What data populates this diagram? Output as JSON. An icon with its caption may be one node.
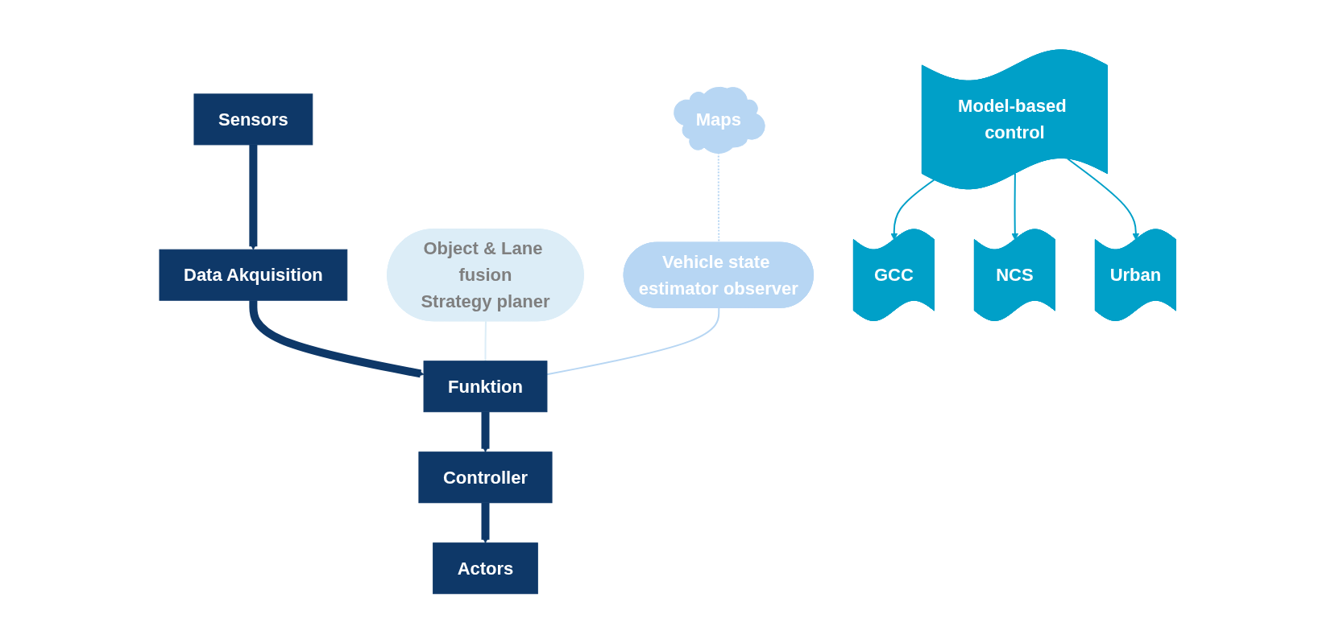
{
  "diagram": {
    "nodes": [
      {
        "text": [
          "Sensors"
        ]
      },
      {
        "text": [
          "Data Akquisition"
        ]
      },
      {
        "text": [
          "Funktion"
        ]
      },
      {
        "text": [
          "Controller"
        ]
      },
      {
        "text": [
          "Actors"
        ]
      },
      {
        "text": [
          "Object & Lane fusion",
          "Strategy planer"
        ]
      },
      {
        "text": [
          "Maps"
        ]
      },
      {
        "text": [
          "Vehicle state estimator observer"
        ]
      },
      {
        "text": [
          "Model-based control"
        ]
      },
      {
        "text": [
          "GCC"
        ]
      },
      {
        "text": [
          "NCS"
        ]
      },
      {
        "text": [
          "Urban"
        ]
      }
    ],
    "edges": [
      {
        "from": 0,
        "to": 1,
        "arrow": "to",
        "style": "thick"
      },
      {
        "from": 1,
        "to": 2,
        "arrow": "to",
        "style": "thick"
      },
      {
        "from": 2,
        "to": 3,
        "arrow": "to",
        "style": "thick"
      },
      {
        "from": 3,
        "to": 4,
        "arrow": "to",
        "style": "thick"
      },
      {
        "from": 5,
        "to": 2,
        "arrow": "none",
        "color": "#dcedf7"
      },
      {
        "from": 7,
        "to": 2,
        "arrow": "none",
        "color": "#b7d6f3"
      },
      {
        "from": 6,
        "to": 7,
        "arrow": "none",
        "style": "dashed",
        "color": "#b7d6f3"
      },
      {
        "from": 8,
        "to": 9,
        "arrow": "to",
        "color": "#00a0c8"
      },
      {
        "from": 8,
        "to": 10,
        "arrow": "to",
        "color": "#00a0c8"
      },
      {
        "from": 8,
        "to": 11,
        "arrow": "to",
        "color": "#00a0c8"
      }
    ]
  }
}
